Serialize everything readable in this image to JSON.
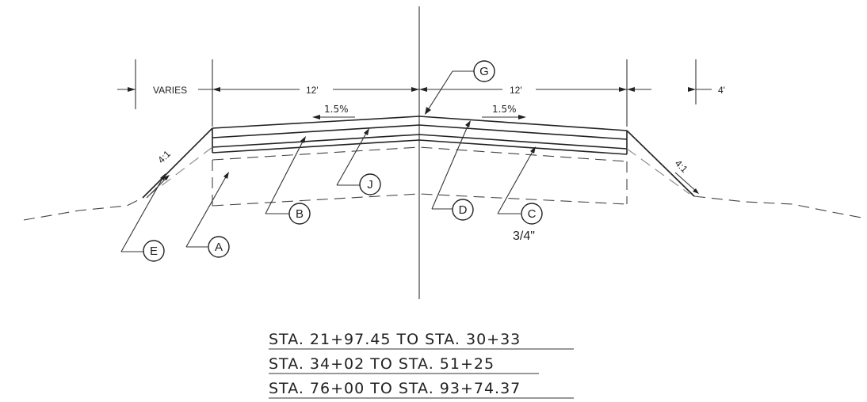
{
  "dimensions": {
    "varies": "VARIES",
    "left_lane": "12'",
    "right_lane": "12'",
    "shoulder": "4'"
  },
  "grades": {
    "left": "1.5%",
    "right": "1.5%"
  },
  "slopes": {
    "left": "4:1",
    "right": "4:1"
  },
  "callouts": {
    "A": "A",
    "B": "B",
    "C": "C",
    "D": "D",
    "E": "E",
    "G": "G",
    "J": "J"
  },
  "notes": {
    "c_thickness": "3/4\""
  },
  "stations": [
    "STA. 21+97.45 TO STA. 30+33",
    "STA. 34+02 TO STA. 51+25",
    "STA. 76+00 TO STA. 93+74.37"
  ]
}
